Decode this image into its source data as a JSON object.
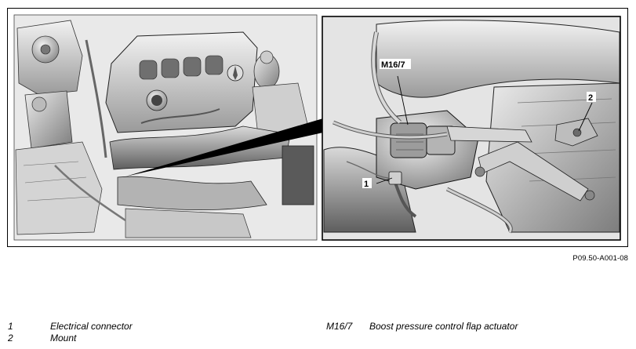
{
  "figure": {
    "reference": "P09.50-A001-08",
    "callouts": {
      "c1": "1",
      "c2": "2",
      "c3": "M16/7"
    }
  },
  "legend": {
    "left": [
      {
        "code": "1",
        "description": "Electrical connector"
      },
      {
        "code": "2",
        "description": "Mount"
      }
    ],
    "right": [
      {
        "code": "M16/7",
        "description": "Boost pressure control flap actuator"
      }
    ]
  }
}
